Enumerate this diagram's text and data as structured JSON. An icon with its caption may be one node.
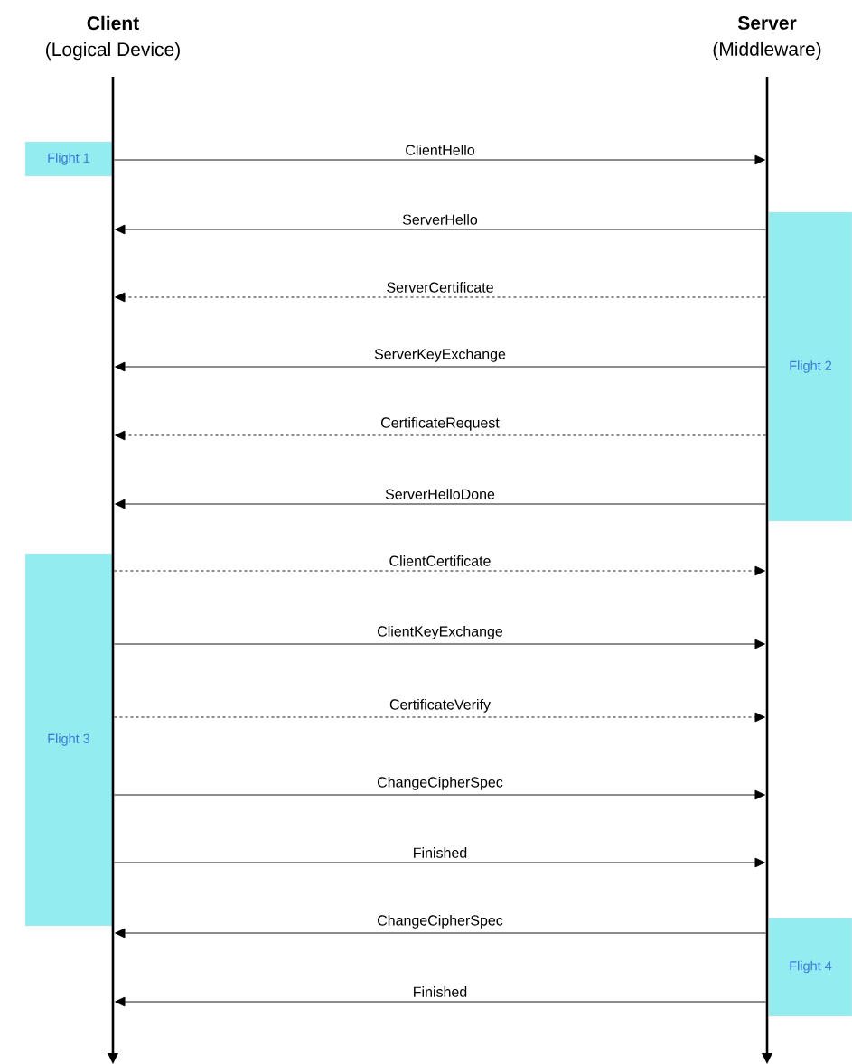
{
  "diagram": {
    "nodes": [
      {
        "text": [
          "Client",
          "(Logical Device)"
        ]
      },
      {
        "text": [
          "Server",
          "(Middleware)"
        ]
      },
      {
        "text": [],
        "shape": "bar"
      },
      {
        "text": [],
        "shape": "bar"
      },
      {
        "text": [
          "Flight 1"
        ]
      },
      {
        "text": [
          "Flight 2"
        ]
      },
      {
        "text": [
          "Flight 3"
        ]
      },
      {
        "text": [
          "Flight 4"
        ]
      }
    ],
    "edges": [
      {
        "from": 2,
        "to": 3,
        "arrow": "to",
        "label": "ClientHello"
      },
      {
        "from": 3,
        "to": 2,
        "arrow": "to",
        "label": "ServerHello"
      },
      {
        "from": 3,
        "to": 2,
        "arrow": "to",
        "label": "ServerCertificate",
        "style": "dashed"
      },
      {
        "from": 3,
        "to": 2,
        "arrow": "to",
        "label": "ServerKeyExchange"
      },
      {
        "from": 3,
        "to": 2,
        "arrow": "to",
        "label": "CertificateRequest",
        "style": "dashed"
      },
      {
        "from": 3,
        "to": 2,
        "arrow": "to",
        "label": "ServerHelloDone"
      },
      {
        "from": 2,
        "to": 3,
        "arrow": "to",
        "label": "ClientCertificate",
        "style": "dashed"
      },
      {
        "from": 2,
        "to": 3,
        "arrow": "to",
        "label": "ClientKeyExchange"
      },
      {
        "from": 2,
        "to": 3,
        "arrow": "to",
        "label": "CertificateVerify",
        "style": "dashed"
      },
      {
        "from": 2,
        "to": 3,
        "arrow": "to",
        "label": "ChangeCipherSpec"
      },
      {
        "from": 2,
        "to": 3,
        "arrow": "to",
        "label": "Finished"
      },
      {
        "from": 3,
        "to": 2,
        "arrow": "to",
        "label": "ChangeCipherSpec"
      },
      {
        "from": 3,
        "to": 2,
        "arrow": "to",
        "label": "Finished"
      }
    ]
  }
}
